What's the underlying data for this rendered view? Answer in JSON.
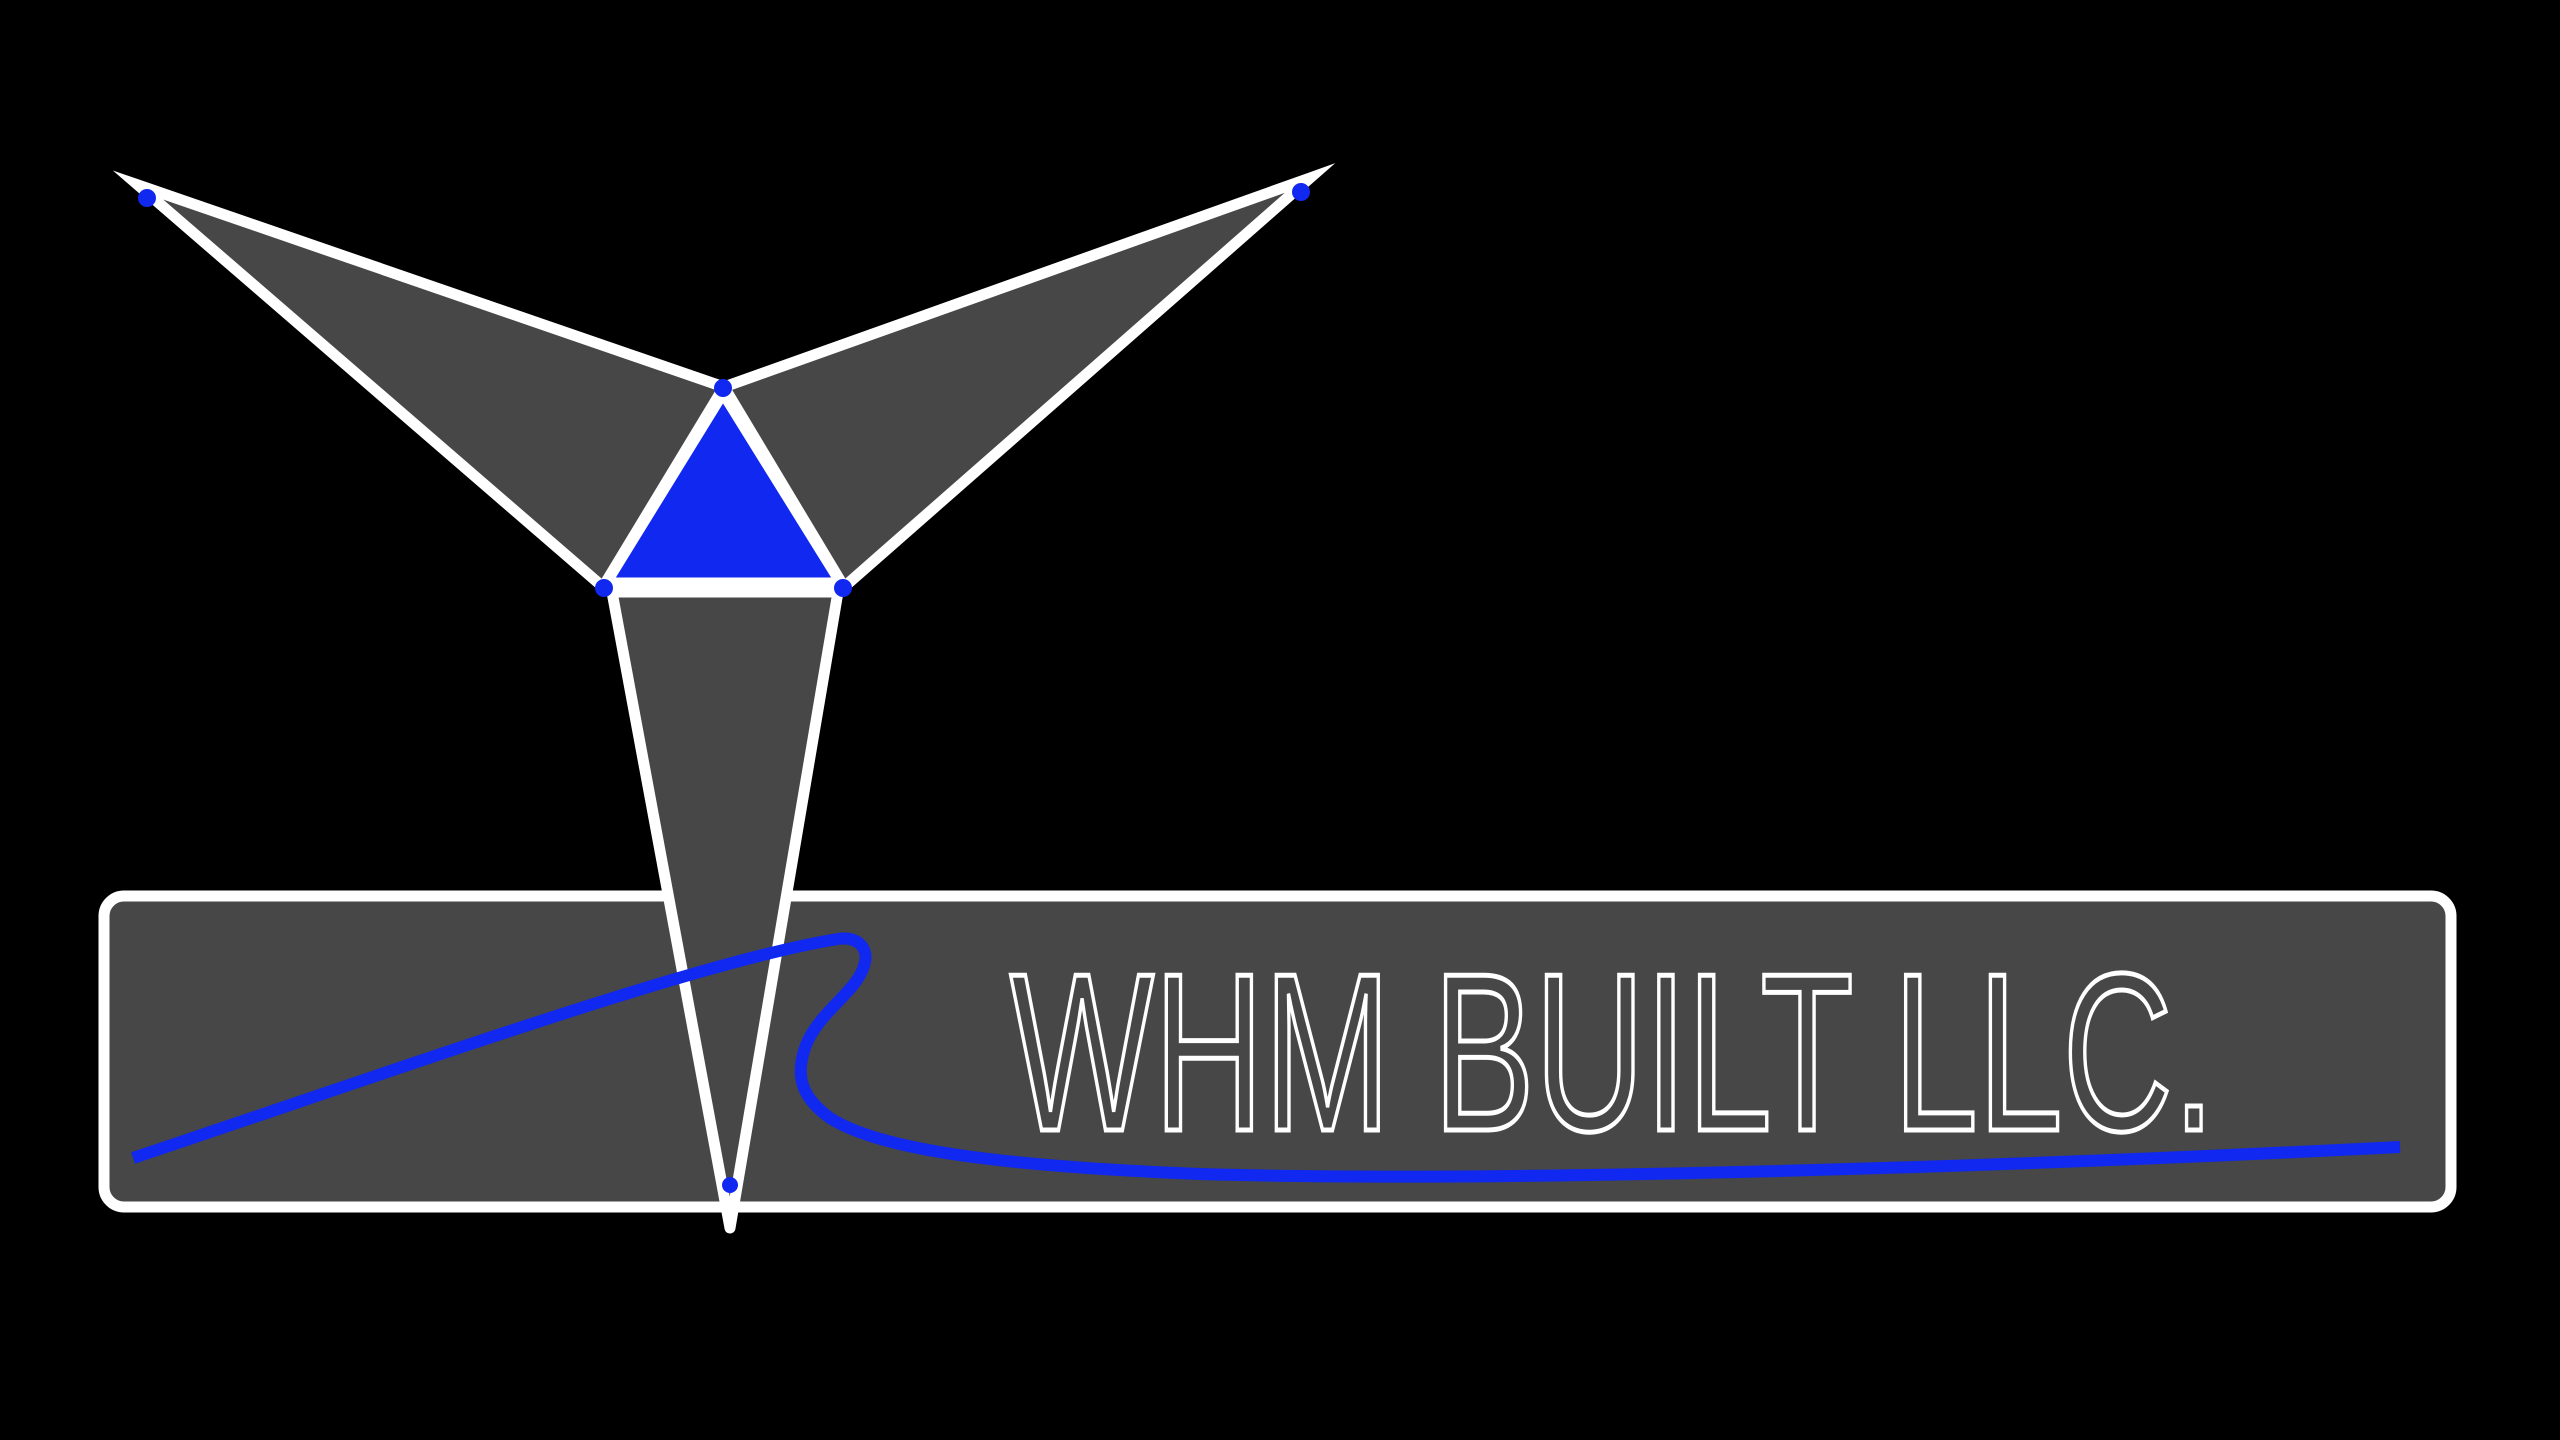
{
  "page": {
    "background_color": "#000000"
  },
  "logo": {
    "company_name": "WHM BUILT LLC.",
    "icons": {
      "mark": "three-point-star-logo-mark",
      "center": "center-triangle-icon",
      "nodes": "node-dot-icon",
      "flourish": "signature-swoosh-icon"
    },
    "node_dot_count": "6",
    "colors": {
      "accent_blue": "#1028f0",
      "panel_gray": "#474747",
      "line_white": "#ffffff",
      "background_black": "#000000"
    }
  }
}
